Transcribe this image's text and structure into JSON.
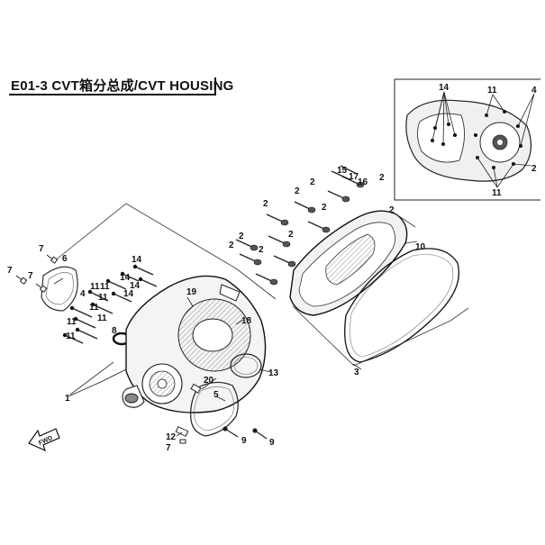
{
  "header": {
    "title": "E01-3  CVT箱分总成/CVT HOUSING"
  },
  "inset": {
    "labels": [
      {
        "id": "inset-14",
        "text": "14"
      },
      {
        "id": "inset-11-top",
        "text": "11"
      },
      {
        "id": "inset-4",
        "text": "4"
      },
      {
        "id": "inset-2",
        "text": "2"
      },
      {
        "id": "inset-11-bottom",
        "text": "11"
      }
    ]
  },
  "callouts": [
    {
      "id": "c7a",
      "text": "7"
    },
    {
      "id": "c7b",
      "text": "7"
    },
    {
      "id": "c7c",
      "text": "7"
    },
    {
      "id": "c6",
      "text": "6"
    },
    {
      "id": "c14a",
      "text": "14"
    },
    {
      "id": "c14b",
      "text": "14"
    },
    {
      "id": "c14c",
      "text": "14"
    },
    {
      "id": "c14d",
      "text": "14"
    },
    {
      "id": "c11a",
      "text": "11"
    },
    {
      "id": "c11b",
      "text": "11"
    },
    {
      "id": "c11c",
      "text": "11"
    },
    {
      "id": "c11d",
      "text": "11"
    },
    {
      "id": "c11e",
      "text": "11"
    },
    {
      "id": "c11f",
      "text": "11"
    },
    {
      "id": "c11g",
      "text": "11"
    },
    {
      "id": "c4",
      "text": "4"
    },
    {
      "id": "c8",
      "text": "8"
    },
    {
      "id": "c19",
      "text": "19"
    },
    {
      "id": "c18",
      "text": "18"
    },
    {
      "id": "c13",
      "text": "13"
    },
    {
      "id": "c20",
      "text": "20"
    },
    {
      "id": "c5",
      "text": "5"
    },
    {
      "id": "c1",
      "text": "1"
    },
    {
      "id": "c12",
      "text": "12"
    },
    {
      "id": "c7d",
      "text": "7"
    },
    {
      "id": "c9a",
      "text": "9"
    },
    {
      "id": "c9b",
      "text": "9"
    },
    {
      "id": "c15",
      "text": "15"
    },
    {
      "id": "c17",
      "text": "17"
    },
    {
      "id": "c16",
      "text": "16"
    },
    {
      "id": "c2a",
      "text": "2"
    },
    {
      "id": "c2b",
      "text": "2"
    },
    {
      "id": "c2c",
      "text": "2"
    },
    {
      "id": "c2d",
      "text": "2"
    },
    {
      "id": "c2e",
      "text": "2"
    },
    {
      "id": "c2f",
      "text": "2"
    },
    {
      "id": "c2g",
      "text": "2"
    },
    {
      "id": "c2h",
      "text": "2"
    },
    {
      "id": "c2i",
      "text": "2"
    },
    {
      "id": "c2j",
      "text": "2"
    },
    {
      "id": "c10",
      "text": "10"
    },
    {
      "id": "c3",
      "text": "3"
    }
  ],
  "fwd_label": "FWD"
}
